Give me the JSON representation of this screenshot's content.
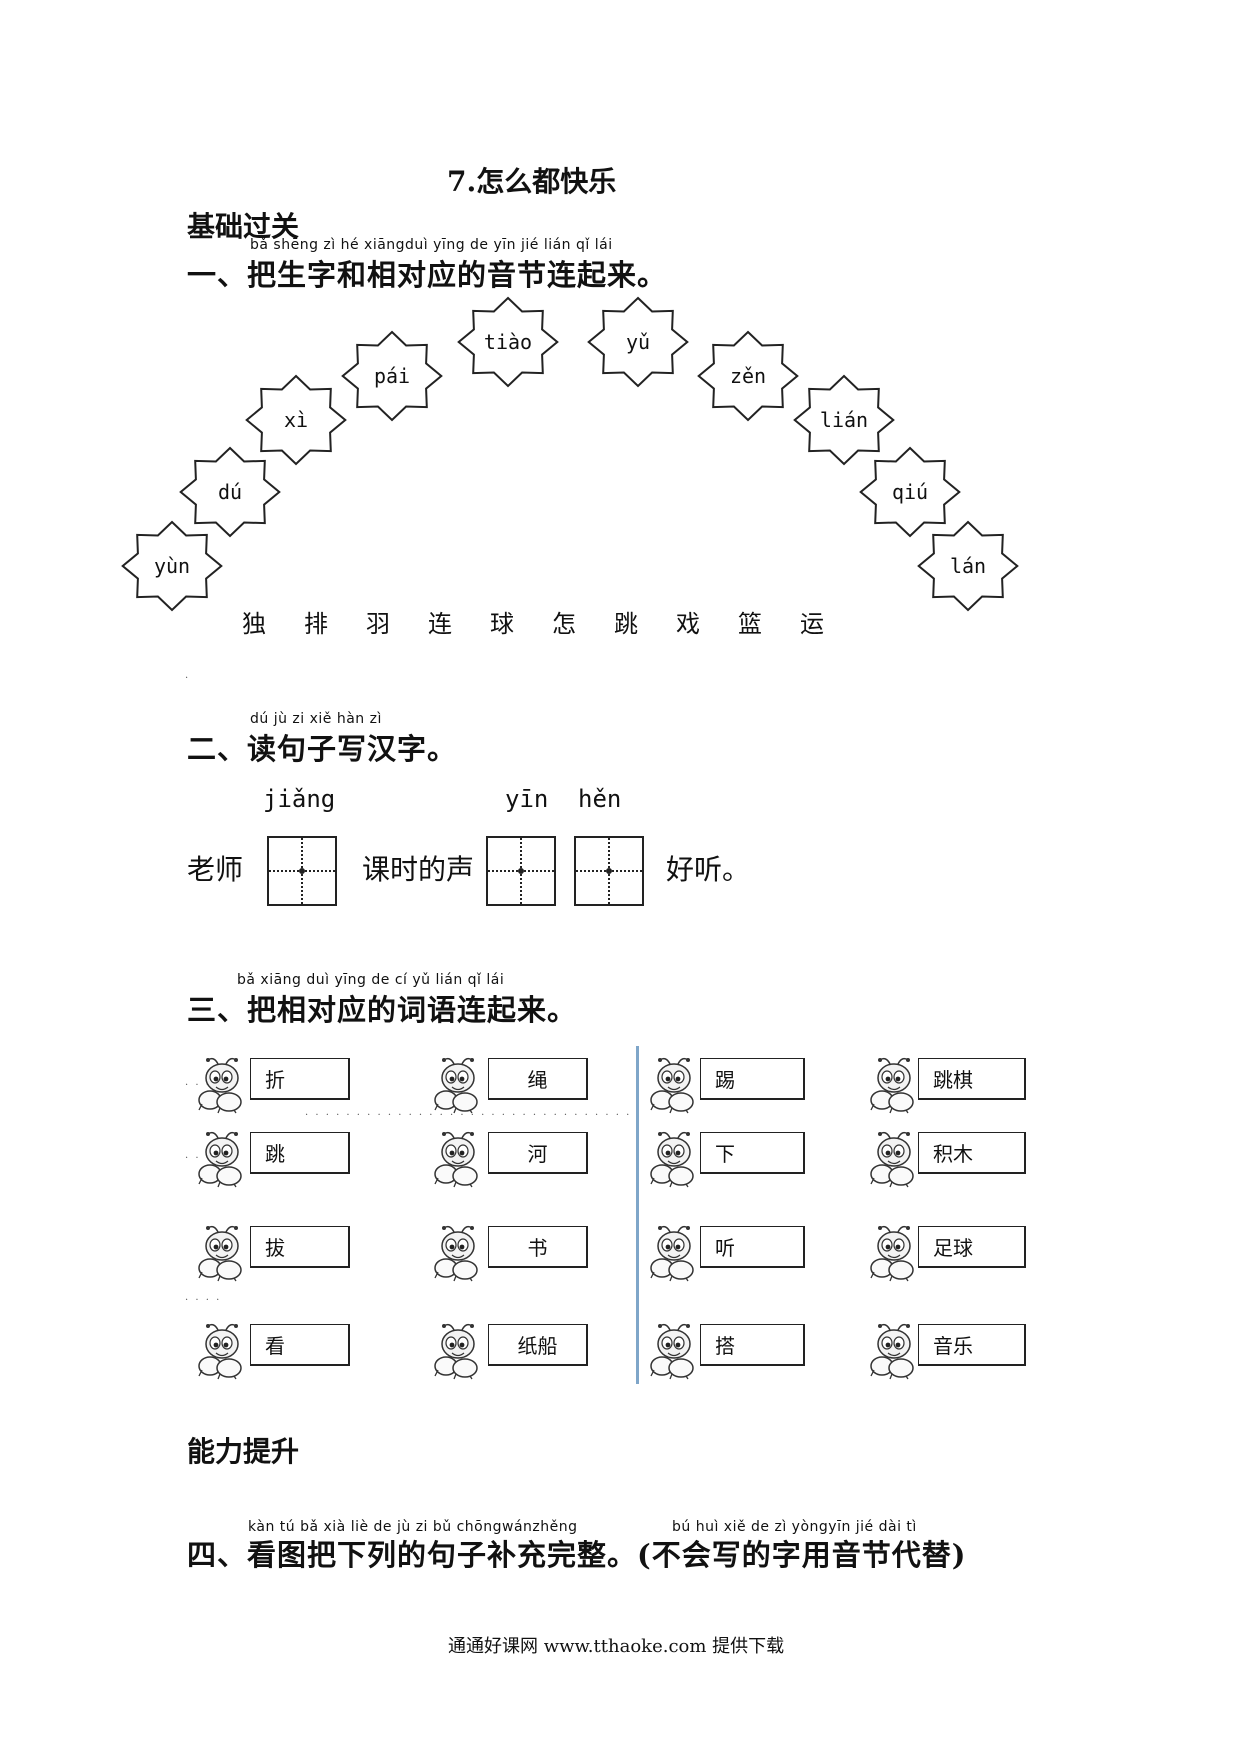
{
  "title": "7.怎么都快乐",
  "sections": {
    "basic": "基础过关",
    "ability": "能力提升"
  },
  "q1": {
    "pinyin": "bǎ shēng zì  hé xiāngduì yīng de yīn jié lián qǐ lái",
    "heading": "一、把生字和相对应的音节连起来。",
    "stars": [
      "yùn",
      "dú",
      "xì",
      "pái",
      "tiào",
      "yǔ",
      "zěn",
      "lián",
      "qiú",
      "lán"
    ],
    "chars": [
      "独",
      "排",
      "羽",
      "连",
      "球",
      "怎",
      "跳",
      "戏",
      "篮",
      "运"
    ]
  },
  "q2": {
    "pinyin": "dú  jù  zi  xiě hàn zì",
    "heading": "二、读句子写汉字。",
    "py1": "jiǎng",
    "py2": "yīn",
    "py3": "hěn",
    "s1": "老师",
    "s2": "课时的声",
    "s3": "好听。"
  },
  "q3": {
    "pinyin": "bǎ xiāng duì yīng de  cí  yǔ lián qǐ lái",
    "heading": "三、把相对应的词语连起来。",
    "left_a": [
      "折",
      "跳",
      "拔",
      "看"
    ],
    "left_b": [
      "绳",
      "河",
      "书",
      "纸船"
    ],
    "right_a": [
      "踢",
      "下",
      "听",
      "搭"
    ],
    "right_b": [
      "跳棋",
      "积木",
      "足球",
      "音乐"
    ]
  },
  "q4": {
    "pinyin1": "kàn tú  bǎ xià liè de   jù  zi  bǔ chōngwánzhěng",
    "pinyin2": "bú huì xiě  de  zì yòngyīn jié dài tì",
    "heading": "四、看图把下列的句子补充完整。(不会写的字用音节代替)"
  },
  "footer": "通通好课网  www.tthaoke.com  提供下载"
}
